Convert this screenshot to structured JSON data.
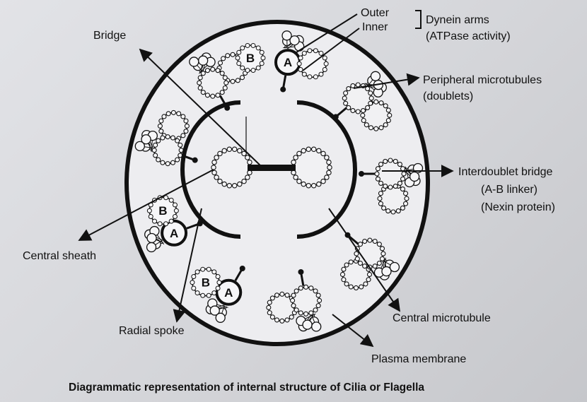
{
  "diagram": {
    "caption": "Diagrammatic representation of internal structure of Cilia or Flagella",
    "labels": {
      "outer": "Outer",
      "inner": "Inner",
      "dynein_arms": "Dynein arms",
      "atpase": "(ATPase activity)",
      "bridge": "Bridge",
      "peripheral_1": "Peripheral microtubules",
      "peripheral_2": "(doublets)",
      "interdoublet_1": "Interdoublet bridge",
      "interdoublet_2": "(A-B linker)",
      "interdoublet_3": "(Nexin protein)",
      "central_sheath": "Central sheath",
      "radial_spoke": "Radial spoke",
      "central_microtubule": "Central microtubule",
      "plasma_membrane": "Plasma membrane"
    },
    "tubule_letters": {
      "a": "A",
      "b": "B"
    },
    "peripheral_doublet_count": 9,
    "central_singlet_count": 2
  }
}
